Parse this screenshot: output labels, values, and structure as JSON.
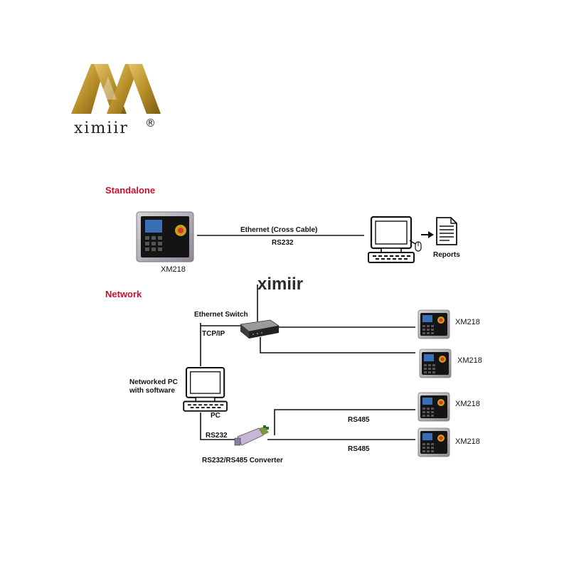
{
  "brand": {
    "name": "ximiir",
    "mark": "®",
    "gold": "#b8902a"
  },
  "watermark": "ximiir",
  "colors": {
    "section_heading": "#c8102e",
    "line": "#111111"
  },
  "standalone": {
    "heading": "Standalone",
    "device_label": "XM218",
    "link_label_top": "Ethernet  (Cross Cable)",
    "link_label_bottom": "RS232",
    "reports_label": "Reports"
  },
  "network": {
    "heading": "Network",
    "switch_label": "Ethernet Switch",
    "tcpip_label": "TCP/IP",
    "pc_caption_line1": "Networked PC",
    "pc_caption_line2": "with software",
    "pc_label": "PC",
    "rs232_label": "RS232",
    "converter_label": "RS232/RS485 Converter",
    "devices": [
      {
        "label": "XM218"
      },
      {
        "label": "XM218"
      },
      {
        "label": "XM218"
      },
      {
        "label": "XM218"
      }
    ],
    "rs485_labels": [
      "RS485",
      "RS485"
    ]
  }
}
